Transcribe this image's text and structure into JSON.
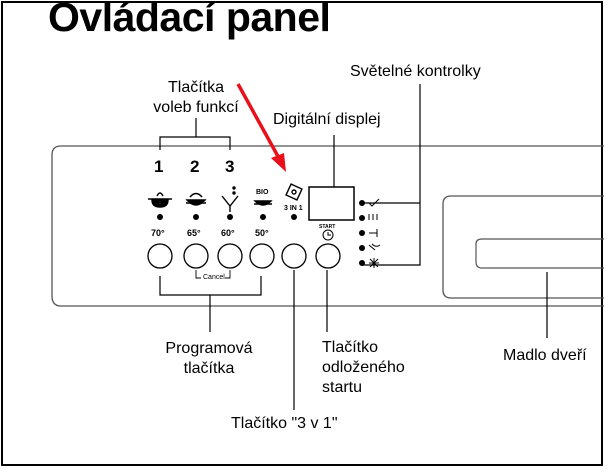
{
  "title": "Ovládací panel",
  "labels": {
    "function_buttons_line1": "Tlačítka",
    "function_buttons_line2": "voleb funkcí",
    "digital_display": "Digitální displej",
    "indicator_lights": "Světelné kontrolky",
    "program_buttons_line1": "Programová",
    "program_buttons_line2": "tlačítka",
    "delay_start_line1": "Tlačítko",
    "delay_start_line2": "odloženého",
    "delay_start_line3": "startu",
    "three_in_one_button": "Tlačítko \"3 v 1\"",
    "door_handle": "Madlo dveří"
  },
  "function_numbers": [
    "1",
    "2",
    "3"
  ],
  "panel": {
    "temps": [
      "70°",
      "65°",
      "60°",
      "50°"
    ],
    "bio": "BIO",
    "three_in_one": "3 IN 1",
    "start": "START",
    "cancel": "Cancel"
  },
  "colors": {
    "arrow": "#e8101a",
    "ink": "#000000",
    "panel_gray": "#555555"
  },
  "icons": [
    "pot-icon",
    "bowl-icon",
    "glass-icon",
    "bio-icon",
    "tablet-icon",
    "clock-icon",
    "wash-indicator-icon",
    "drying-indicator-icon",
    "end-indicator-icon",
    "rinse-aid-indicator-icon",
    "salt-indicator-icon"
  ]
}
